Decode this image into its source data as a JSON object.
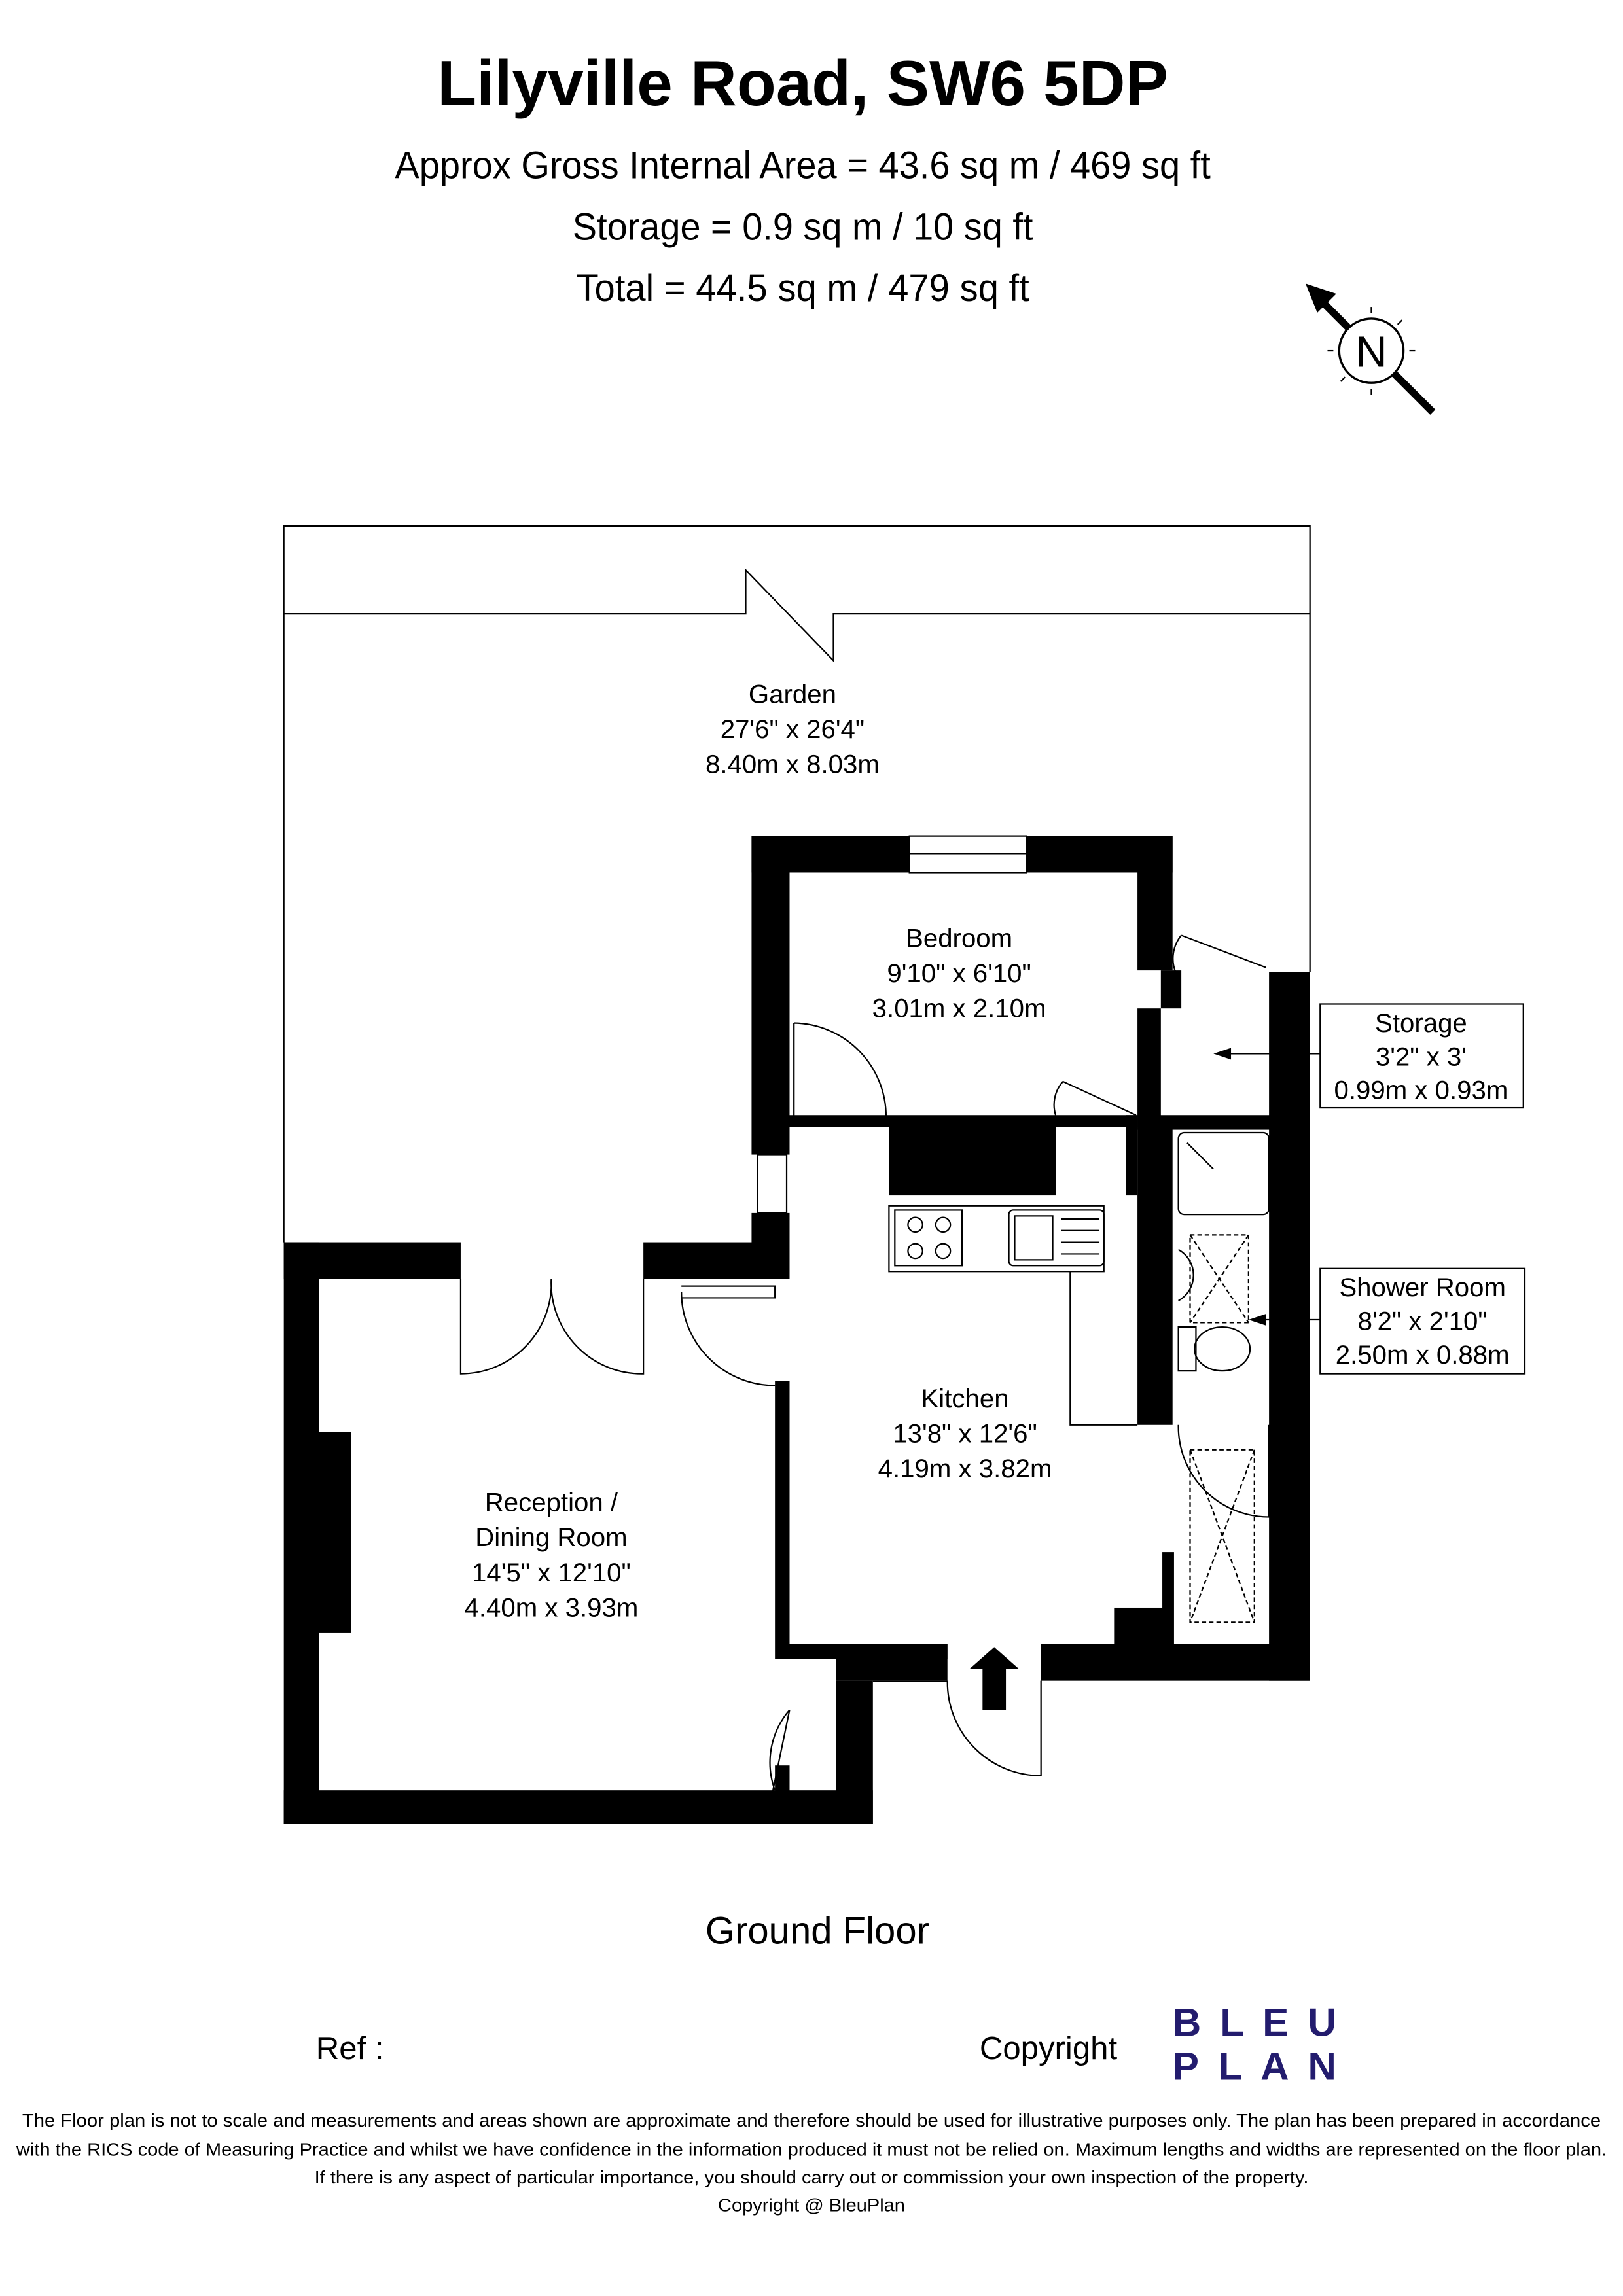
{
  "header": {
    "title": "Lilyville Road, SW6 5DP",
    "area_lines": [
      "Approx Gross Internal Area = 43.6 sq m / 469 sq ft",
      "Storage = 0.9 sq m / 10 sq ft",
      "Total = 44.5 sq m / 479 sq ft"
    ]
  },
  "compass": {
    "label": "N",
    "icon": "north-arrow-icon"
  },
  "rooms": {
    "garden": {
      "name": "Garden",
      "imperial": "27'6\" x 26'4\"",
      "metric": "8.40m x 8.03m"
    },
    "bedroom": {
      "name": "Bedroom",
      "imperial": "9'10\" x 6'10\"",
      "metric": "3.01m x 2.10m"
    },
    "storage": {
      "name": "Storage",
      "imperial": "3'2\" x 3'",
      "metric": "0.99m x 0.93m"
    },
    "shower": {
      "name": "Shower Room",
      "imperial": "8'2\" x 2'10\"",
      "metric": "2.50m x 0.88m"
    },
    "kitchen": {
      "name": "Kitchen",
      "imperial": "13'8\" x 12'6\"",
      "metric": "4.19m x 3.82m"
    },
    "reception": {
      "name_line1": "Reception /",
      "name_line2": "Dining Room",
      "imperial": "14'5\" x 12'10\"",
      "metric": "4.40m x 3.93m"
    }
  },
  "floor_label": "Ground Floor",
  "footer": {
    "ref_label": "Ref  :",
    "copyright_label": "Copyright",
    "logo_line1": "B L E U",
    "logo_line2": "P L A N",
    "logo_color": "#231c6e",
    "disclaimer": [
      "The Floor plan is not to scale and measurements and areas shown are approximate and therefore should be used for illustrative purposes only. The plan has been prepared in accordance",
      "with the RICS code of Measuring Practice and whilst we have confidence in the information produced it must not be relied on. Maximum lengths and widths are represented on the floor plan.",
      "If there is any aspect of particular importance, you should carry out or commission your own inspection of the property.",
      "Copyright @ BleuPlan"
    ]
  }
}
